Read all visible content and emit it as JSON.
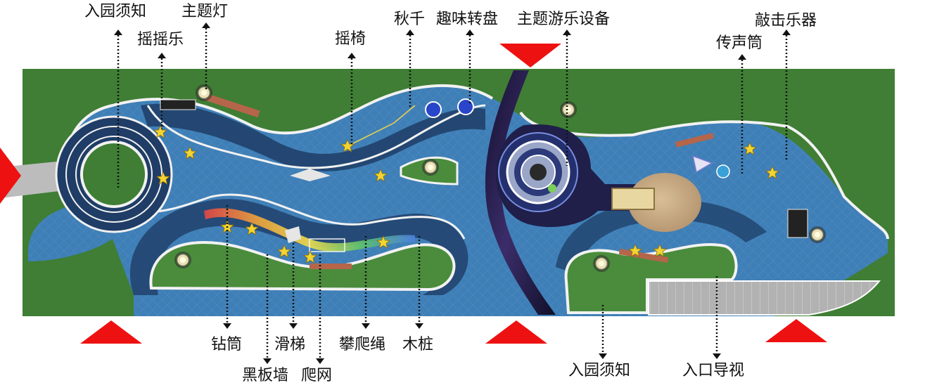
{
  "labels": {
    "entry_notice_top": "入园须知",
    "theme_lamp": "主题灯",
    "rocking_toy": "摇摇乐",
    "rocking_chair": "摇椅",
    "swing": "秋千",
    "fun_turntable": "趣味转盘",
    "theme_ride": "主题游乐设备",
    "percussion": "敲击乐器",
    "speaking_tube": "传声筒",
    "tunnel": "钻筒",
    "slide": "滑梯",
    "climbing_rope": "攀爬绳",
    "wood_stakes": "木桩",
    "chalkboard_wall": "黑板墙",
    "climbing_net": "爬网",
    "entry_notice_bottom": "入园须知",
    "entrance_guide": "入口导视"
  },
  "colors": {
    "lawn": "#3f7e34",
    "lawn_light": "#4a8c3c",
    "track": "#3f7fb7",
    "track_dark": "#1f3d66",
    "border": "#f2f2f2",
    "sand": "#c9ad86",
    "entrance_arrow": "#ee1111",
    "galaxy": "#1b1440",
    "plaza": "#a9a9a9"
  }
}
